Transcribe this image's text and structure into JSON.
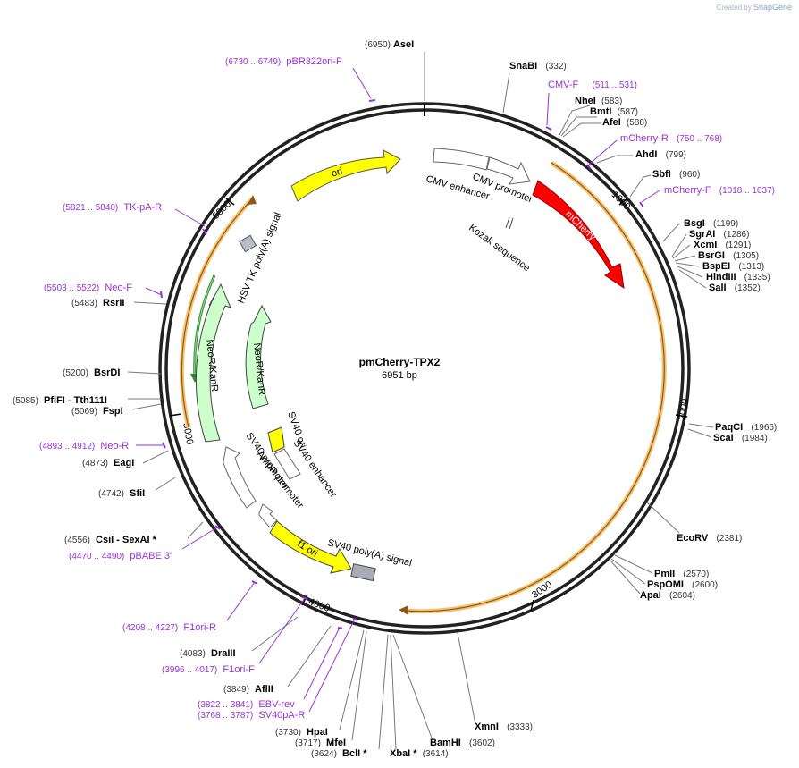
{
  "header": {
    "created_by": "Created by",
    "brand": "SnapGene"
  },
  "plasmid": {
    "name": "pmCherry-TPX2",
    "size": "6951 bp"
  },
  "ticks": [
    "1000",
    "2000",
    "3000",
    "4000",
    "5000",
    "6000"
  ],
  "features": {
    "ori": "ori",
    "cmv_enhancer": "CMV enhancer",
    "cmv_promoter": "CMV promoter",
    "kozak": "Kozak sequence",
    "mcherry": "mCherry",
    "hsv_tk": "HSV TK poly(A) signal",
    "neokanr_outer": "NeoR/KanR",
    "neokanr_inner": "NeoR/KanR",
    "sv40_ori": "SV40 ori",
    "sv40_enhancer": "SV40 enhancer",
    "sv40_promoter": "SV40 promoter",
    "ampr_promoter": "AmpR promoter",
    "f1_ori": "f1 ori",
    "sv40_polya": "SV40 poly(A) signal"
  },
  "sites": [
    {
      "pos": "(6950)",
      "name": "AseI"
    },
    {
      "name": "SnaBI",
      "pos": "(332)"
    },
    {
      "name": "NheI",
      "pos": "(583)"
    },
    {
      "name": "BmtI",
      "pos": "(587)"
    },
    {
      "name": "AfeI",
      "pos": "(588)"
    },
    {
      "name": "AhdI",
      "pos": "(799)"
    },
    {
      "name": "SbfI",
      "pos": "(960)"
    },
    {
      "name": "BsgI",
      "pos": "(1199)"
    },
    {
      "name": "SgrAI",
      "pos": "(1286)"
    },
    {
      "name": "XcmI",
      "pos": "(1291)"
    },
    {
      "name": "BsrGI",
      "pos": "(1305)"
    },
    {
      "name": "BspEI",
      "pos": "(1313)"
    },
    {
      "name": "HindIII",
      "pos": "(1335)"
    },
    {
      "name": "SalI",
      "pos": "(1352)"
    },
    {
      "name": "PaqCI",
      "pos": "(1966)"
    },
    {
      "name": "ScaI",
      "pos": "(1984)"
    },
    {
      "name": "EcoRV",
      "pos": "(2381)"
    },
    {
      "name": "PmlI",
      "pos": "(2570)"
    },
    {
      "name": "PspOMI",
      "pos": "(2600)"
    },
    {
      "name": "ApaI",
      "pos": "(2604)"
    },
    {
      "name": "XmnI",
      "pos": "(3333)"
    },
    {
      "name": "BamHI",
      "pos": "(3602)"
    },
    {
      "name": "XbaI *",
      "pos": "(3614)"
    },
    {
      "pos": "(3624)",
      "name": "BclI *"
    },
    {
      "pos": "(3717)",
      "name": "MfeI"
    },
    {
      "pos": "(3730)",
      "name": "HpaI"
    },
    {
      "pos": "(3849)",
      "name": "AflII"
    },
    {
      "pos": "(4083)",
      "name": "DraIII"
    },
    {
      "pos": "(4556)",
      "name": "CsiI - SexAI *"
    },
    {
      "pos": "(4742)",
      "name": "SfiI"
    },
    {
      "pos": "(4873)",
      "name": "EagI"
    },
    {
      "pos": "(5069)",
      "name": "FspI"
    },
    {
      "pos": "(5085)",
      "name": "PflFI - Tth111I"
    },
    {
      "pos": "(5200)",
      "name": "BsrDI"
    },
    {
      "pos": "(5483)",
      "name": "RsrII"
    }
  ],
  "primers": [
    {
      "pos": "(6730 .. 6749)",
      "name": "pBR322ori-F"
    },
    {
      "name": "CMV-F",
      "pos": "(511 .. 531)"
    },
    {
      "name": "mCherry-R",
      "pos": "(750 .. 768)"
    },
    {
      "name": "mCherry-F",
      "pos": "(1018 .. 1037)"
    },
    {
      "pos": "(5821 .. 5840)",
      "name": "TK-pA-R"
    },
    {
      "pos": "(5503 .. 5522)",
      "name": "Neo-F"
    },
    {
      "pos": "(4893 .. 4912)",
      "name": "Neo-R"
    },
    {
      "pos": "(4470 .. 4490)",
      "name": "pBABE 3'"
    },
    {
      "pos": "(4208 .. 4227)",
      "name": "F1ori-R"
    },
    {
      "pos": "(3996 .. 4017)",
      "name": "F1ori-F"
    },
    {
      "pos": "(3822 .. 3841)",
      "name": "EBV-rev"
    },
    {
      "pos": "(3768 .. 3787)",
      "name": "SV40pA-R"
    }
  ]
}
